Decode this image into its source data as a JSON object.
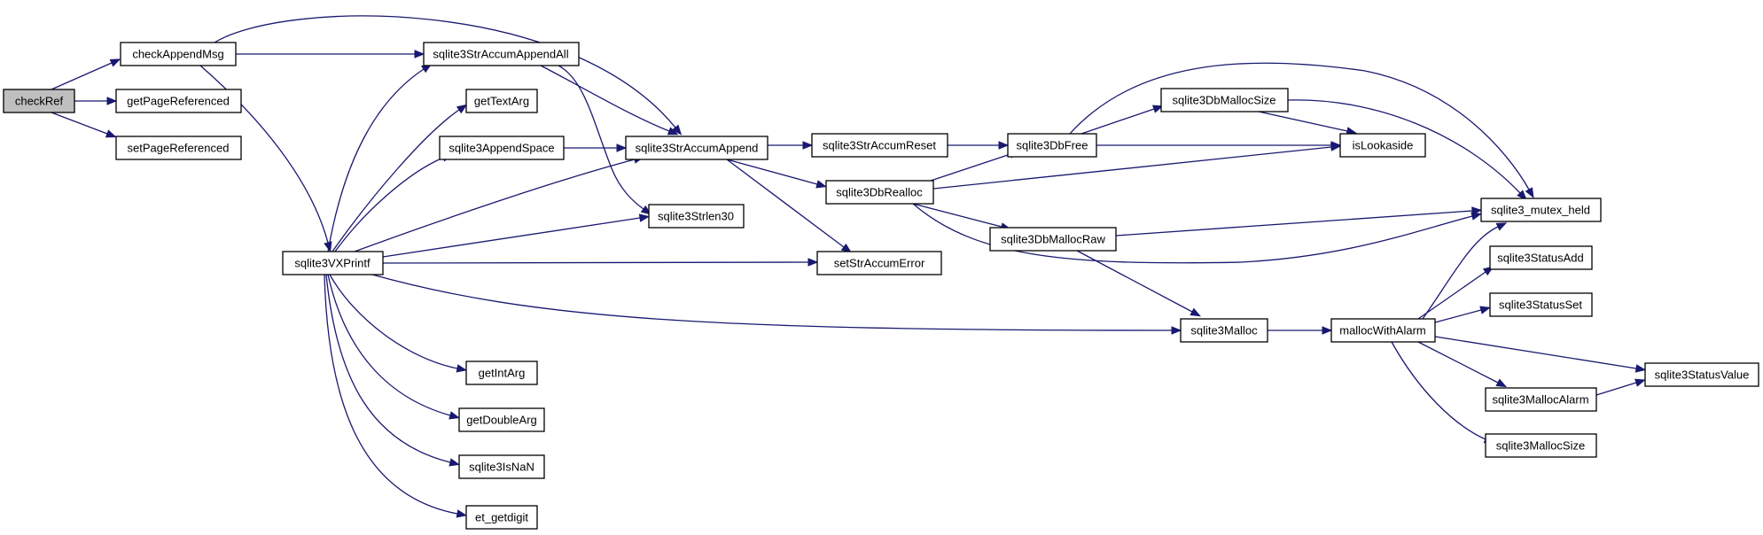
{
  "colors": {
    "edge": "#191970",
    "root_fill": "#bfbfbf",
    "node_fill": "#ffffff",
    "node_stroke": "#000000"
  },
  "nodes": {
    "checkRef": "checkRef",
    "checkAppendMsg": "checkAppendMsg",
    "getPageReferenced": "getPageReferenced",
    "setPageReferenced": "setPageReferenced",
    "sqlite3VXPrintf": "sqlite3VXPrintf",
    "sqlite3StrAccumAppendAll": "sqlite3StrAccumAppendAll",
    "getTextArg": "getTextArg",
    "sqlite3AppendSpace": "sqlite3AppendSpace",
    "sqlite3StrAccumAppend": "sqlite3StrAccumAppend",
    "sqlite3Strlen30": "sqlite3Strlen30",
    "getIntArg": "getIntArg",
    "getDoubleArg": "getDoubleArg",
    "sqlite3IsNaN": "sqlite3IsNaN",
    "et_getdigit": "et_getdigit",
    "sqlite3StrAccumReset": "sqlite3StrAccumReset",
    "sqlite3DbRealloc": "sqlite3DbRealloc",
    "setStrAccumError": "setStrAccumError",
    "sqlite3DbFree": "sqlite3DbFree",
    "sqlite3DbMallocSize": "sqlite3DbMallocSize",
    "sqlite3DbMallocRaw": "sqlite3DbMallocRaw",
    "isLookaside": "isLookaside",
    "sqlite3_mutex_held": "sqlite3_mutex_held",
    "sqlite3Malloc": "sqlite3Malloc",
    "mallocWithAlarm": "mallocWithAlarm",
    "sqlite3StatusAdd": "sqlite3StatusAdd",
    "sqlite3StatusSet": "sqlite3StatusSet",
    "sqlite3StatusValue": "sqlite3StatusValue",
    "sqlite3MallocAlarm": "sqlite3MallocAlarm",
    "sqlite3MallocSize": "sqlite3MallocSize"
  },
  "edges": [
    [
      "checkRef",
      "checkAppendMsg"
    ],
    [
      "checkRef",
      "getPageReferenced"
    ],
    [
      "checkRef",
      "setPageReferenced"
    ],
    [
      "checkAppendMsg",
      "sqlite3StrAccumAppendAll"
    ],
    [
      "checkAppendMsg",
      "sqlite3StrAccumAppend"
    ],
    [
      "checkAppendMsg",
      "sqlite3VXPrintf"
    ],
    [
      "sqlite3VXPrintf",
      "sqlite3StrAccumAppendAll"
    ],
    [
      "sqlite3VXPrintf",
      "getTextArg"
    ],
    [
      "sqlite3VXPrintf",
      "sqlite3AppendSpace"
    ],
    [
      "sqlite3VXPrintf",
      "sqlite3StrAccumAppend"
    ],
    [
      "sqlite3VXPrintf",
      "sqlite3Strlen30"
    ],
    [
      "sqlite3VXPrintf",
      "setStrAccumError"
    ],
    [
      "sqlite3VXPrintf",
      "sqlite3Malloc"
    ],
    [
      "sqlite3VXPrintf",
      "getIntArg"
    ],
    [
      "sqlite3VXPrintf",
      "getDoubleArg"
    ],
    [
      "sqlite3VXPrintf",
      "sqlite3IsNaN"
    ],
    [
      "sqlite3VXPrintf",
      "et_getdigit"
    ],
    [
      "sqlite3StrAccumAppendAll",
      "sqlite3StrAccumAppend"
    ],
    [
      "sqlite3StrAccumAppendAll",
      "sqlite3Strlen30"
    ],
    [
      "sqlite3AppendSpace",
      "sqlite3StrAccumAppend"
    ],
    [
      "sqlite3StrAccumAppend",
      "sqlite3StrAccumReset"
    ],
    [
      "sqlite3StrAccumAppend",
      "sqlite3DbRealloc"
    ],
    [
      "sqlite3StrAccumAppend",
      "setStrAccumError"
    ],
    [
      "sqlite3StrAccumReset",
      "sqlite3DbFree"
    ],
    [
      "sqlite3DbRealloc",
      "sqlite3DbFree"
    ],
    [
      "sqlite3DbRealloc",
      "isLookaside"
    ],
    [
      "sqlite3DbRealloc",
      "sqlite3DbMallocRaw"
    ],
    [
      "sqlite3DbRealloc",
      "sqlite3_mutex_held"
    ],
    [
      "sqlite3DbFree",
      "sqlite3DbMallocSize"
    ],
    [
      "sqlite3DbFree",
      "isLookaside"
    ],
    [
      "sqlite3DbFree",
      "sqlite3_mutex_held"
    ],
    [
      "sqlite3DbMallocSize",
      "isLookaside"
    ],
    [
      "sqlite3DbMallocSize",
      "sqlite3_mutex_held"
    ],
    [
      "sqlite3DbMallocRaw",
      "sqlite3_mutex_held"
    ],
    [
      "sqlite3DbMallocRaw",
      "sqlite3Malloc"
    ],
    [
      "sqlite3Malloc",
      "mallocWithAlarm"
    ],
    [
      "mallocWithAlarm",
      "sqlite3_mutex_held"
    ],
    [
      "mallocWithAlarm",
      "sqlite3StatusAdd"
    ],
    [
      "mallocWithAlarm",
      "sqlite3StatusSet"
    ],
    [
      "mallocWithAlarm",
      "sqlite3StatusValue"
    ],
    [
      "mallocWithAlarm",
      "sqlite3MallocAlarm"
    ],
    [
      "mallocWithAlarm",
      "sqlite3MallocSize"
    ],
    [
      "sqlite3MallocAlarm",
      "sqlite3StatusValue"
    ]
  ]
}
